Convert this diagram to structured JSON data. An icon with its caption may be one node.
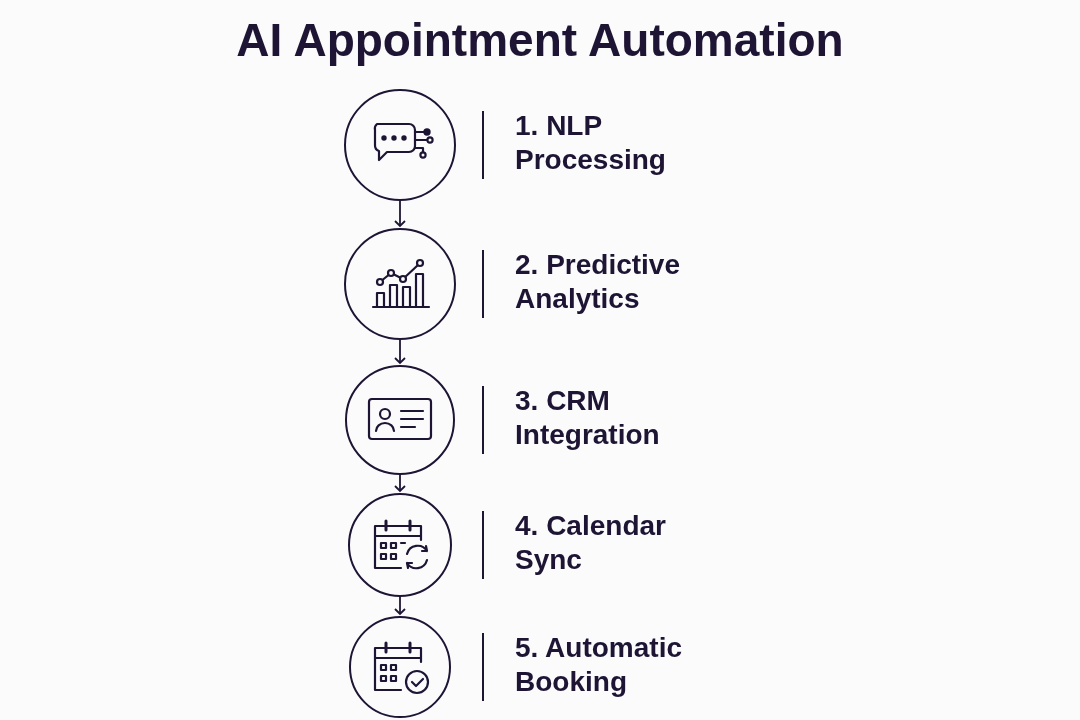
{
  "diagram": {
    "title": "AI Appointment Automation",
    "nodes": [
      {
        "text": [],
        "shape": "circle",
        "beside": [
          "1. NLP Processing"
        ]
      },
      {
        "text": [],
        "shape": "circle",
        "beside": [
          "2. Predictive Analytics"
        ]
      },
      {
        "text": [],
        "shape": "circle",
        "beside": [
          "3. CRM Integration"
        ]
      },
      {
        "text": [],
        "shape": "circle",
        "beside": [
          "4. Calendar Sync"
        ]
      },
      {
        "text": [],
        "shape": "circle",
        "beside": [
          "5. Automatic Booking"
        ]
      }
    ],
    "edges": [
      {
        "from": 0,
        "to": 1,
        "arrow": "to"
      },
      {
        "from": 1,
        "to": 2,
        "arrow": "to"
      },
      {
        "from": 2,
        "to": 3,
        "arrow": "to"
      },
      {
        "from": 3,
        "to": 4,
        "arrow": "to"
      }
    ]
  }
}
